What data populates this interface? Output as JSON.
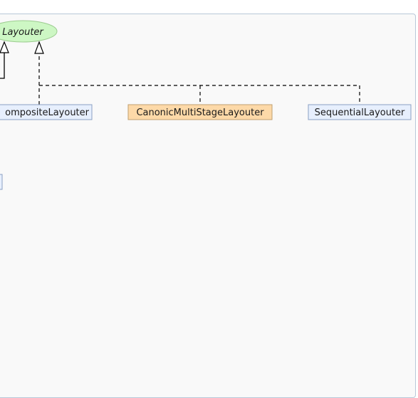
{
  "diagram": {
    "interface_node": {
      "label": "Layouter",
      "fill": "#cdf7c4",
      "stroke": "#9ccc90"
    },
    "nodes": [
      {
        "id": "composite",
        "label": "ompositeLayouter",
        "fill": "#e7effd",
        "stroke": "#8aa0c4"
      },
      {
        "id": "canonic",
        "label": "CanonicMultiStageLayouter",
        "fill": "#fdd9a8",
        "stroke": "#c0a070"
      },
      {
        "id": "sequential",
        "label": "SequentialLayouter",
        "fill": "#e7effd",
        "stroke": "#8aa0c4"
      },
      {
        "id": "partial",
        "label": "",
        "fill": "#e7effd",
        "stroke": "#8aa0c4"
      }
    ],
    "edge_color": "#000000"
  }
}
